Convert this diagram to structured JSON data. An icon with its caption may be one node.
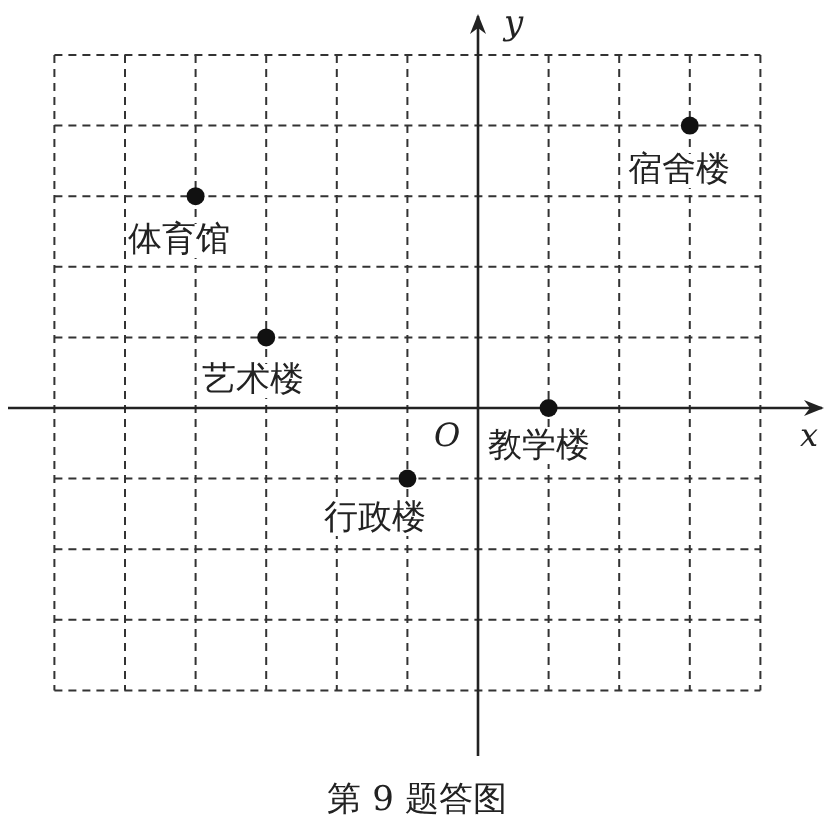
{
  "diagram": {
    "caption": "第 9 题答图",
    "labels": [
      "y",
      "宿舍楼",
      "体育馆",
      "艺术楼",
      "O",
      "x",
      "教学楼",
      "行政楼"
    ]
  }
}
